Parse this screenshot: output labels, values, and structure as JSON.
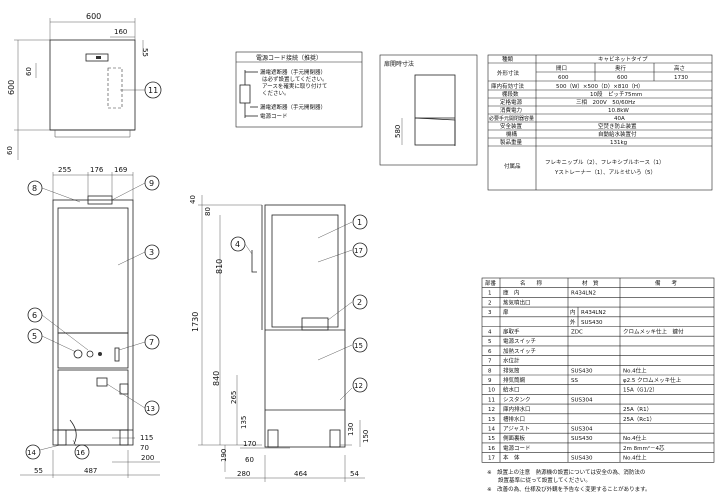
{
  "top_view": {
    "dims": [
      "600",
      "160",
      "55",
      "60",
      "600",
      "60"
    ],
    "callout": "11"
  },
  "front_view": {
    "dims": [
      "255",
      "176",
      "169",
      "55",
      "487",
      "200",
      "115",
      "70"
    ],
    "callouts": [
      "8",
      "9",
      "3",
      "6",
      "5",
      "7",
      "13",
      "14",
      "16"
    ]
  },
  "side_view": {
    "dims": [
      "40",
      "80",
      "810",
      "1730",
      "840",
      "265",
      "135",
      "190",
      "170",
      "60",
      "130",
      "150",
      "280",
      "464",
      "54"
    ],
    "callouts": [
      "1",
      "17",
      "4",
      "2",
      "15",
      "12"
    ]
  },
  "cord_box": {
    "title": "電源コード接続（推奨）",
    "lines": [
      "漏電遮断器（手元開閉器）",
      "は必ず設置してください。",
      "アースを確実に取り付けて",
      "ください。"
    ],
    "label1": "漏電遮断器（手元開閉器）",
    "label2": "電源コード"
  },
  "door_box": {
    "title": "扉開時寸法",
    "dim": "580"
  },
  "spec_table": {
    "type_label": "種類",
    "type_value": "キャビネットタイプ",
    "rows": [
      {
        "label": "外形寸法",
        "cells": [
          "間口",
          "奥行",
          "高さ"
        ]
      },
      {
        "label": "",
        "cells": [
          "600",
          "600",
          "1730"
        ]
      },
      {
        "label": "庫内有効寸法",
        "cells": [
          "500（W）×500（D）×810（H）"
        ]
      },
      {
        "label": "棚段数",
        "cells": [
          "10段　ピッチ75mm"
        ]
      },
      {
        "label": "定格電源",
        "cells": [
          "三相　200V　50/60Hz"
        ]
      },
      {
        "label": "消費電力",
        "cells": [
          "10.8kW"
        ]
      },
      {
        "label": "必要手元開閉器容量",
        "cells": [
          "40A"
        ]
      },
      {
        "label": "安全装置",
        "cells": [
          "空焚き防止装置"
        ]
      },
      {
        "label": "機構",
        "cells": [
          "自動給水装置付"
        ]
      },
      {
        "label": "製品重量",
        "cells": [
          "131kg"
        ]
      },
      {
        "label": "付属品",
        "cells": [
          "フレキニップル（2）、フレキシブルホース（1）",
          "Yストレーナー（1）、アルミせいろ（5）"
        ]
      }
    ]
  },
  "parts_table": {
    "headers": [
      "部番",
      "名　　称",
      "材　質",
      "備　　考"
    ],
    "rows": [
      [
        "1",
        "庫　内",
        "R434LN2",
        ""
      ],
      [
        "2",
        "蒸気噴出口",
        "",
        ""
      ],
      [
        "3",
        "扉",
        "内|R434LN2",
        ""
      ],
      [
        "",
        "",
        "外|SUS430",
        ""
      ],
      [
        "4",
        "扉取手",
        "ZDC",
        "クロムメッキ仕上　鍵付"
      ],
      [
        "5",
        "電源スイッチ",
        "",
        ""
      ],
      [
        "6",
        "加熱スイッチ",
        "",
        ""
      ],
      [
        "7",
        "水位計",
        "",
        ""
      ],
      [
        "8",
        "排気筒",
        "SUS430",
        "No.4仕上"
      ],
      [
        "9",
        "排気筒網",
        "SS",
        "φ2.5 クロムメッキ仕上"
      ],
      [
        "10",
        "給水口",
        "",
        "15A（G1/2）"
      ],
      [
        "11",
        "シスタンク",
        "SUS304",
        ""
      ],
      [
        "12",
        "庫内排水口",
        "",
        "25A（R1）"
      ],
      [
        "13",
        "槽排水口",
        "",
        "25A（Rc1）"
      ],
      [
        "14",
        "アジャスト",
        "SUS304",
        ""
      ],
      [
        "15",
        "側面裏板",
        "SUS430",
        "No.4仕上"
      ],
      [
        "16",
        "電源コード",
        "",
        "2m 8mm²－4芯"
      ],
      [
        "17",
        "本　体",
        "SUS430",
        "No.4仕上"
      ]
    ]
  },
  "footnotes": [
    "※　設置上の注意　熱源機の設置については安全の為、消防法の",
    "　　設置基準に従って設置してください。",
    "※　改善の為、仕様及び外観を予告なく変更することがあります。"
  ]
}
